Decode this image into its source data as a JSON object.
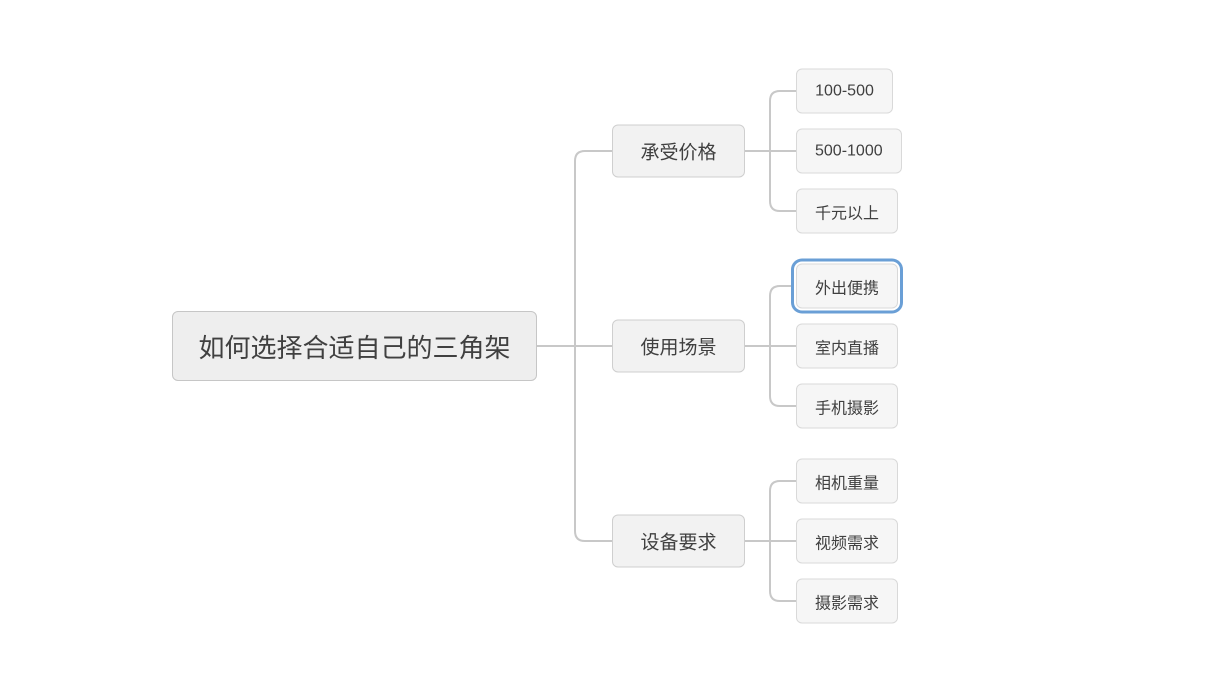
{
  "mindmap": {
    "root": {
      "label": "如何选择合适自己的三角架"
    },
    "branches": [
      {
        "label": "承受价格",
        "children": [
          {
            "label": "100-500",
            "selected": false
          },
          {
            "label": "500-1000",
            "selected": false
          },
          {
            "label": "千元以上",
            "selected": false
          }
        ]
      },
      {
        "label": "使用场景",
        "children": [
          {
            "label": "外出便携",
            "selected": true
          },
          {
            "label": "室内直播",
            "selected": false
          },
          {
            "label": "手机摄影",
            "selected": false
          }
        ]
      },
      {
        "label": "设备要求",
        "children": [
          {
            "label": "相机重量",
            "selected": false
          },
          {
            "label": "视频需求",
            "selected": false
          },
          {
            "label": "摄影需求",
            "selected": false
          }
        ]
      }
    ],
    "colors": {
      "canvas": "#ffffff",
      "line": "#c8c8c8",
      "text": "#404040",
      "node_fill": "#f6f6f6",
      "node_border": "#d9d9d9",
      "selection_accent": "#6a9fd6"
    }
  }
}
